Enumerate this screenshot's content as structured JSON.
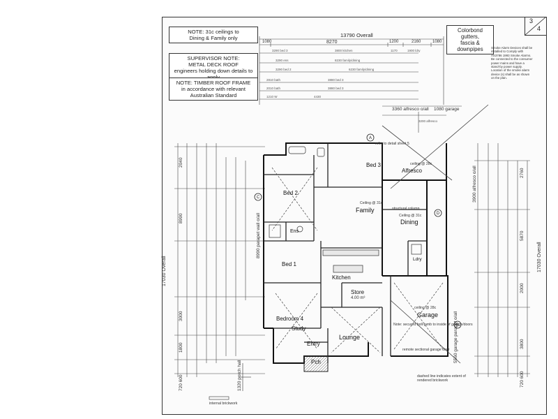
{
  "notes": {
    "ceilings": [
      "NOTE: 31c ceilings to",
      "Dining & Family only"
    ],
    "supervisor": [
      "SUPERVISOR NOTE:",
      "METAL DECK ROOF",
      "engineers holding down details to apply"
    ],
    "timber": [
      "NOTE: TIMBER ROOF FRAME",
      "in accordance with relevant",
      "Australian Standard"
    ],
    "gutters": [
      "Colorbond gutters,",
      "fascia & downpipes"
    ]
  },
  "sheet": {
    "number": "3",
    "total": "4"
  },
  "overall_dims": {
    "top": "13790 Overall",
    "right": "17030 Overall",
    "left": "17030 Overall"
  },
  "top_dims": [
    "1080",
    "8270",
    "1200",
    "2160",
    "1080"
  ],
  "alfresco": {
    "overall": "3360 alfresco o/all",
    "garage": "1080 garage"
  },
  "rooms": {
    "bed3": "Bed 3",
    "bed2": "Bed 2",
    "bed1": "Bed 1",
    "alfresco": "Alfresco",
    "family": "Family",
    "dining": "Dining",
    "kitchen": "Kitchen",
    "store": "Store",
    "bedroom4": "Bedroom 4",
    "study": "Study",
    "garage": "Garage",
    "lounge": "Lounge",
    "entry": "Entry",
    "porch": "Pch",
    "ens": "Ens",
    "ldry": "Ldry"
  },
  "ceilings": {
    "family": "Ceiling @ 31c",
    "dining": "Ceiling @ 31c",
    "alfresco": "ceiling @ 28c",
    "garage": "ceiling @ 28c"
  },
  "annotations": {
    "smoke": "Smoke Alarm Devices shall be installed to Comply with AS3786 1993 Smoke Alarms. Be connected to the consumer power mains and have a stand-by power supply. Location of the smoke alarm device (s) shall be as shown on the plan.",
    "refer_a": "refer to detail sheet 5",
    "garage_note": "Note: secured bolt-jamb to inside of garage/doors",
    "parapet": "8990 parapet wall o/all",
    "garage_parapet": "5560 garage parapet o/all",
    "porch_hall": "1320 porch hall",
    "alfresco_side": "3900 alfresco o/all",
    "store_size": "4.00 m³",
    "structural": "structural column",
    "sectional": "remote sectional garage door",
    "brickwork": "dashed line indicates extent of rendered brickwork",
    "internal_brick": "internal brickwork"
  },
  "side_dims": {
    "left": [
      "2040",
      "8990",
      "3000",
      "1800",
      "720 600"
    ],
    "right": [
      "2760",
      "5870",
      "2000",
      "3800",
      "720 600"
    ]
  }
}
